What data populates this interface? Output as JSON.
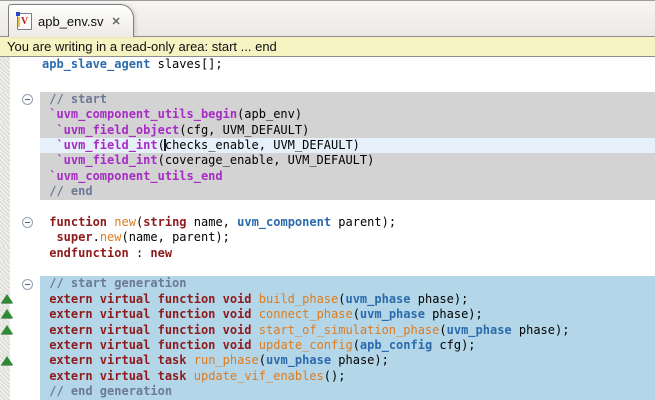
{
  "tab": {
    "title": "apb_env.sv",
    "close_glyph": "✕",
    "file_icon_letter": "V"
  },
  "warning": {
    "text": "You are writing in a read-only area: start ... end"
  },
  "icons": {
    "tab_file": "sv-file-icon",
    "tab_close": "close-x",
    "fold": "collapse-minus-circle",
    "marker": "green-triangle-up"
  },
  "colors": {
    "tokens": {
      "pl": "#000000",
      "kw": "#8F1A1C",
      "fn": "#DF7B1D",
      "ty": "#2B6BAD",
      "mc": "#A62CC4",
      "cm": "#6C7A95"
    },
    "bold": [
      "kw",
      "ty",
      "mc",
      "cm"
    ],
    "backgrounds": {
      "white": "#FFFFFF",
      "gray": "#D3D3D3",
      "blue": "#B3D6E8",
      "hl": "#E6F0FA"
    },
    "warning_bg": "#F6F3C3",
    "marker_green": "#2E8B33"
  },
  "editor": {
    "lines": [
      {
        "tokens": [
          [
            "ty",
            "apb_slave_agent"
          ],
          [
            "pl",
            " slaves[];"
          ]
        ]
      },
      {
        "tokens": []
      },
      {
        "spacer": 4
      },
      {
        "bg": "gray",
        "fold": true,
        "tokens": [
          [
            "pl",
            " "
          ],
          [
            "cm",
            "// start"
          ]
        ]
      },
      {
        "bg": "gray",
        "tokens": [
          [
            "pl",
            " "
          ],
          [
            "mc",
            "`uvm_component_utils_begin"
          ],
          [
            "pl",
            "(apb_env)"
          ]
        ]
      },
      {
        "bg": "gray",
        "tokens": [
          [
            "pl",
            "  "
          ],
          [
            "mc",
            "`uvm_field_object"
          ],
          [
            "pl",
            "(cfg, UVM_DEFAULT)"
          ]
        ]
      },
      {
        "bg": "hl",
        "tokens": [
          [
            "pl",
            "  "
          ],
          [
            "mc",
            "`uvm_field_int"
          ],
          [
            "pl",
            "("
          ],
          [
            "caret",
            ""
          ],
          [
            "pl",
            "checks_enable, UVM_DEFAULT)"
          ]
        ]
      },
      {
        "bg": "gray",
        "tokens": [
          [
            "pl",
            "  "
          ],
          [
            "mc",
            "`uvm_field_int"
          ],
          [
            "pl",
            "(coverage_enable, UVM_DEFAULT)"
          ]
        ]
      },
      {
        "bg": "gray",
        "tokens": [
          [
            "pl",
            " "
          ],
          [
            "mc",
            "`uvm_component_utils_end"
          ]
        ]
      },
      {
        "bg": "gray",
        "tokens": [
          [
            "pl",
            " "
          ],
          [
            "cm",
            "// end"
          ]
        ]
      },
      {
        "tokens": []
      },
      {
        "fold": true,
        "tokens": [
          [
            "pl",
            " "
          ],
          [
            "kw",
            "function"
          ],
          [
            "pl",
            " "
          ],
          [
            "fn",
            "new"
          ],
          [
            "pl",
            "("
          ],
          [
            "kw",
            "string"
          ],
          [
            "pl",
            " name, "
          ],
          [
            "ty",
            "uvm_component"
          ],
          [
            "pl",
            " parent);"
          ]
        ]
      },
      {
        "tokens": [
          [
            "pl",
            "  "
          ],
          [
            "kw",
            "super"
          ],
          [
            "pl",
            "."
          ],
          [
            "fn",
            "new"
          ],
          [
            "pl",
            "(name, parent);"
          ]
        ]
      },
      {
        "tokens": [
          [
            "pl",
            " "
          ],
          [
            "kw",
            "endfunction"
          ],
          [
            "pl",
            " : "
          ],
          [
            "kw",
            "new"
          ]
        ]
      },
      {
        "tokens": []
      },
      {
        "bg": "blue",
        "fold": true,
        "tokens": [
          [
            "pl",
            " "
          ],
          [
            "cm",
            "// start generation"
          ]
        ]
      },
      {
        "bg": "blue",
        "marker": true,
        "tokens": [
          [
            "pl",
            " "
          ],
          [
            "kw",
            "extern virtual function void"
          ],
          [
            "pl",
            " "
          ],
          [
            "fn",
            "build_phase"
          ],
          [
            "pl",
            "("
          ],
          [
            "ty",
            "uvm_phase"
          ],
          [
            "pl",
            " phase);"
          ]
        ]
      },
      {
        "bg": "blue",
        "marker": true,
        "tokens": [
          [
            "pl",
            " "
          ],
          [
            "kw",
            "extern virtual function void"
          ],
          [
            "pl",
            " "
          ],
          [
            "fn",
            "connect_phase"
          ],
          [
            "pl",
            "("
          ],
          [
            "ty",
            "uvm_phase"
          ],
          [
            "pl",
            " phase);"
          ]
        ]
      },
      {
        "bg": "blue",
        "marker": true,
        "tokens": [
          [
            "pl",
            " "
          ],
          [
            "kw",
            "extern virtual function void"
          ],
          [
            "pl",
            " "
          ],
          [
            "fn",
            "start_of_simulation_phase"
          ],
          [
            "pl",
            "("
          ],
          [
            "ty",
            "uvm_phase"
          ],
          [
            "pl",
            " phase);"
          ]
        ]
      },
      {
        "bg": "blue",
        "tokens": [
          [
            "pl",
            " "
          ],
          [
            "kw",
            "extern virtual function void"
          ],
          [
            "pl",
            " "
          ],
          [
            "fn",
            "update_config"
          ],
          [
            "pl",
            "("
          ],
          [
            "ty",
            "apb_config"
          ],
          [
            "pl",
            " cfg);"
          ]
        ]
      },
      {
        "bg": "blue",
        "marker": true,
        "tokens": [
          [
            "pl",
            " "
          ],
          [
            "kw",
            "extern virtual task"
          ],
          [
            "pl",
            " "
          ],
          [
            "fn",
            "run_phase"
          ],
          [
            "pl",
            "("
          ],
          [
            "ty",
            "uvm_phase"
          ],
          [
            "pl",
            " phase);"
          ]
        ]
      },
      {
        "bg": "blue",
        "tokens": [
          [
            "pl",
            " "
          ],
          [
            "kw",
            "extern virtual task"
          ],
          [
            "pl",
            " "
          ],
          [
            "fn",
            "update_vif_enables"
          ],
          [
            "pl",
            "();"
          ]
        ]
      },
      {
        "bg": "blue",
        "tokens": [
          [
            "pl",
            " "
          ],
          [
            "cm",
            "// end generation"
          ]
        ]
      }
    ]
  }
}
